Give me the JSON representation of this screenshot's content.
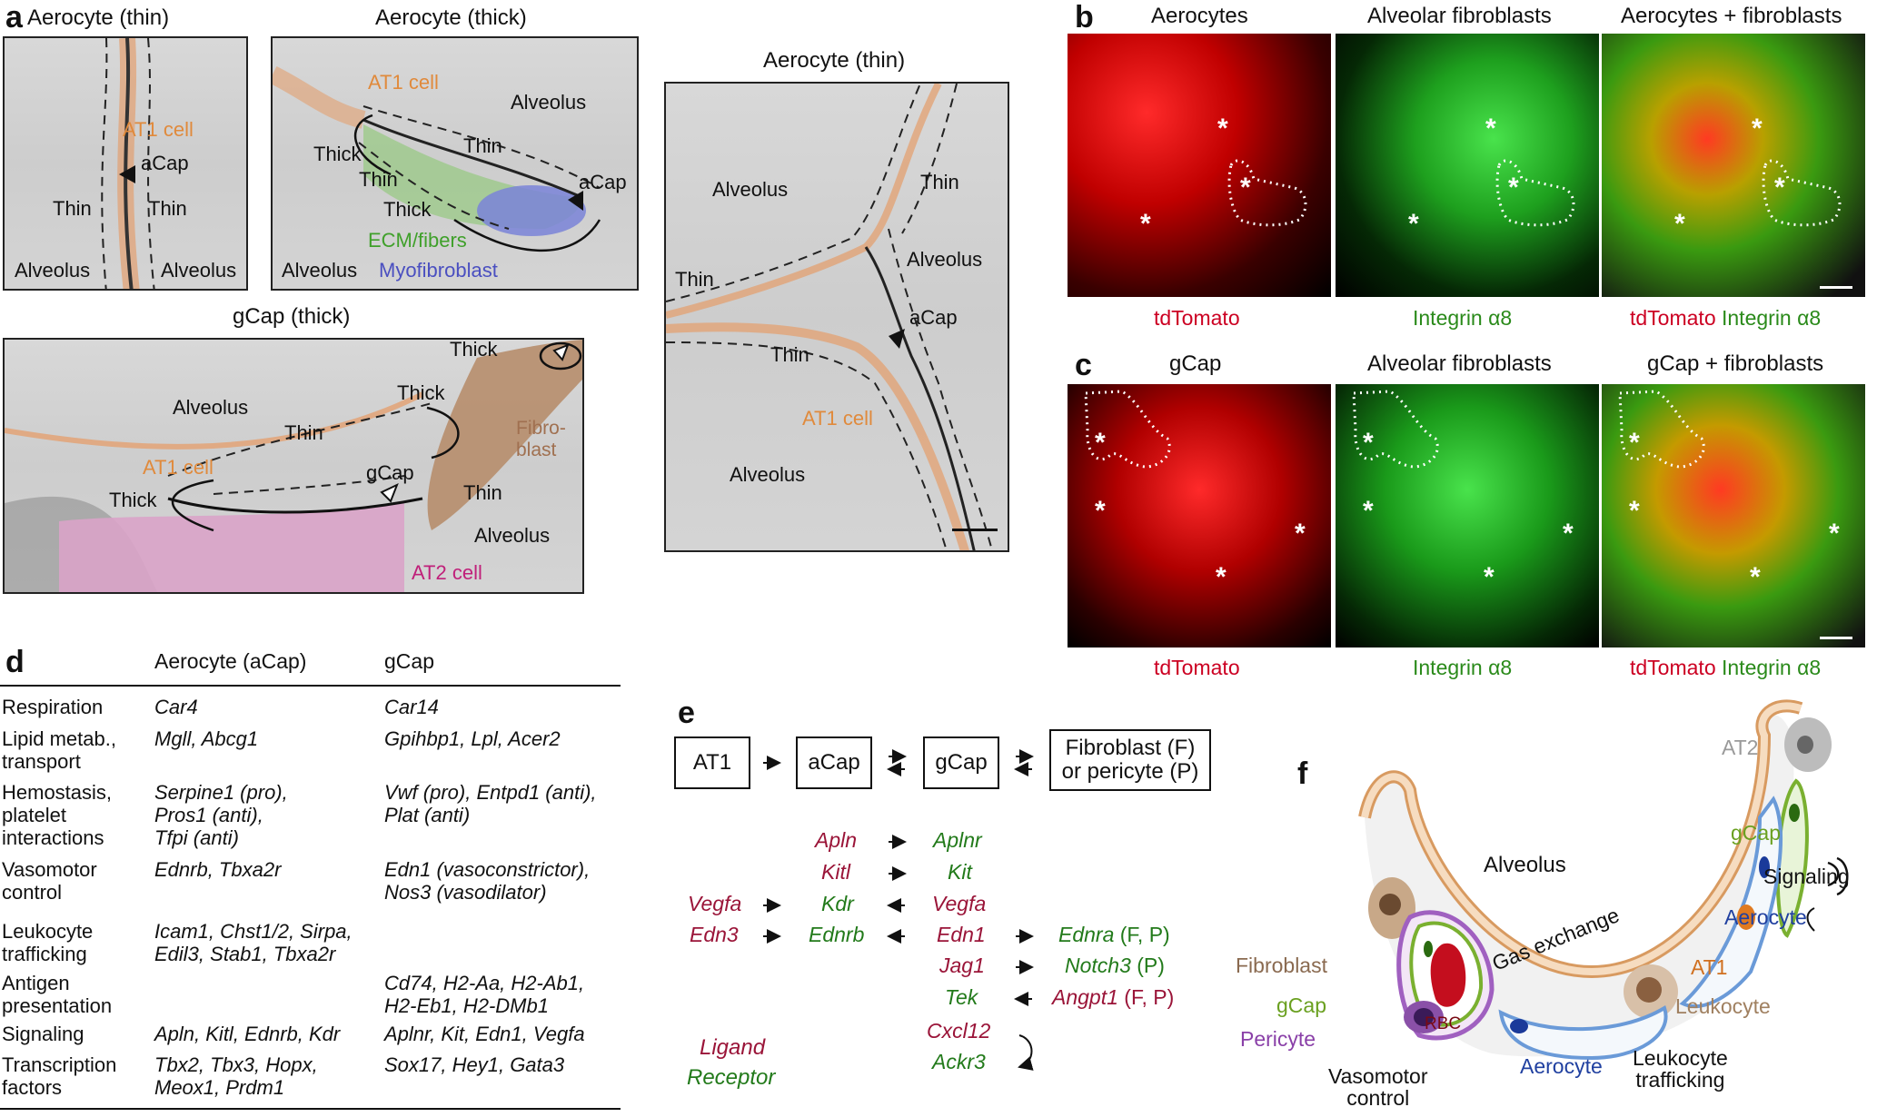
{
  "panels": {
    "a": "a",
    "b": "b",
    "c": "c",
    "d": "d",
    "e": "e",
    "f": "f"
  },
  "panel_a": {
    "em1": {
      "title": "Aerocyte (thin)",
      "at1": "AT1 cell",
      "acap": "aCap",
      "thin_l": "Thin",
      "thin_r": "Thin",
      "alv_l": "Alveolus",
      "alv_r": "Alveolus"
    },
    "em2": {
      "title": "Aerocyte (thick)",
      "at1": "AT1 cell",
      "alveolus": "Alveolus",
      "thick1": "Thick",
      "thin1": "Thin",
      "thin2": "Thin",
      "thick2": "Thick",
      "acap": "aCap",
      "ecm": "ECM/fibers",
      "alv_bl": "Alveolus",
      "myo": "Myofibroblast"
    },
    "em3": {
      "title": "gCap (thick)",
      "thick1": "Thick",
      "alveolus1": "Alveolus",
      "thick2": "Thick",
      "thin1": "Thin",
      "fibro": "Fibro-\nblast",
      "at1": "AT1 cell",
      "gcap": "gCap",
      "thick3": "Thick",
      "thin2": "Thin",
      "alveolus2": "Alveolus",
      "at2": "AT2 cell"
    },
    "em4": {
      "title": "Aerocyte (thin)",
      "thin_r": "Thin",
      "alveolus1": "Alveolus",
      "alveolus2": "Alveolus",
      "thin_l": "Thin",
      "acap": "aCap",
      "thin_b": "Thin",
      "at1": "AT1 cell",
      "alveolus3": "Alveolus"
    }
  },
  "panel_b": {
    "headers": [
      "Aerocytes",
      "Alveolar fibroblasts",
      "Aerocytes + fibroblasts"
    ],
    "labels": {
      "l1": "tdTomato",
      "l2": "Integrin α8",
      "l3a": "tdTomato",
      "l3b": "Integrin α8"
    }
  },
  "panel_c": {
    "headers": [
      "gCap",
      "Alveolar fibroblasts",
      "gCap + fibroblasts"
    ],
    "labels": {
      "l1": "tdTomato",
      "l2": "Integrin α8",
      "l3a": "tdTomato",
      "l3b": "Integrin α8"
    }
  },
  "panel_d": {
    "col_headers": [
      "Aerocyte (aCap)",
      "gCap"
    ],
    "rows": [
      {
        "cat": "Respiration",
        "acap": "Car4",
        "gcap": "Car14"
      },
      {
        "cat": "Lipid metab.,\ntransport",
        "acap": "Mgll, Abcg1",
        "gcap": "Gpihbp1, Lpl, Acer2"
      },
      {
        "cat": "Hemostasis,\nplatelet\ninteractions",
        "acap": "Serpine1 (pro),\nPros1 (anti),\nTfpi (anti)",
        "gcap": "Vwf (pro), Entpd1 (anti),\nPlat (anti)"
      },
      {
        "cat": "Vasomotor\ncontrol",
        "acap": "Ednrb, Tbxa2r",
        "gcap": "Edn1 (vasoconstrictor),\nNos3 (vasodilator)"
      },
      {
        "cat": "Leukocyte\ntrafficking",
        "acap": "Icam1, Chst1/2, Sirpa,\nEdil3, Stab1, Tbxa2r",
        "gcap": ""
      },
      {
        "cat": "Antigen\npresentation",
        "acap": "",
        "gcap": "Cd74, H2-Aa, H2-Ab1,\nH2-Eb1, H2-DMb1"
      },
      {
        "cat": "Signaling",
        "acap": "Apln, Kitl, Ednrb, Kdr",
        "gcap": "Aplnr, Kit, Edn1, Vegfa"
      },
      {
        "cat": "Transcription\nfactors",
        "acap": "Tbx2, Tbx3, Hopx,\nMeox1, Prdm1",
        "gcap": "Sox17, Hey1, Gata3"
      }
    ]
  },
  "panel_e": {
    "boxes": [
      "AT1",
      "aCap",
      "gCap",
      "Fibroblast (F)\nor pericyte (P)"
    ],
    "genes": {
      "apln": "Apln",
      "aplnr": "Aplnr",
      "kitl": "Kitl",
      "kit": "Kit",
      "vegfa1": "Vegfa",
      "kdr": "Kdr",
      "vegfa2": "Vegfa",
      "edn3": "Edn3",
      "ednrb": "Ednrb",
      "edn1": "Edn1",
      "ednra": "Ednra",
      "ednra_s": " (F, P)",
      "jag1": "Jag1",
      "notch3": "Notch3",
      "notch3_s": " (P)",
      "tek": "Tek",
      "angpt1": "Angpt1",
      "angpt1_s": " (F, P)",
      "cxcl12": "Cxcl12",
      "ackr3": "Ackr3"
    },
    "legend": {
      "ligand": "Ligand",
      "receptor": "Receptor"
    }
  },
  "panel_f": {
    "alveolus": "Alveolus",
    "at2": "AT2",
    "gcap_r": "gCap",
    "signaling": "Signaling",
    "aerocyte_r": "Aerocyte",
    "at1": "AT1",
    "leukocyte": "Leukocyte",
    "gas": "Gas exchange",
    "fibroblast": "Fibroblast",
    "gcap_l": "gCap",
    "pericyte": "Pericyte",
    "rbc": "RBC",
    "vasomotor": "Vasomotor\ncontrol",
    "aerocyte_b": "Aerocyte",
    "leuk_traff": "Leukocyte\ntrafficking"
  },
  "colors": {
    "at1": "#e08a3c",
    "ecm": "#3fa02a",
    "myo": "#4a4fc0",
    "fibro": "#a07050",
    "at2": "#c0207a",
    "pericyte": "#8a40a8",
    "gcap": "#6aa020",
    "aerocyte": "#2040a0"
  }
}
